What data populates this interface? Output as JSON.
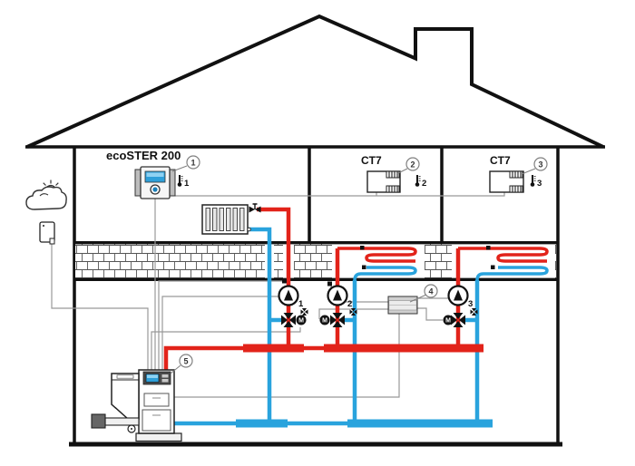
{
  "labels": {
    "room_panel": "ecoSTER 200",
    "thermostat_2": "CT7",
    "thermostat_3": "CT7"
  },
  "callouts": {
    "n1": "1",
    "n2": "2",
    "n3": "3",
    "n4": "4",
    "n5": "5"
  },
  "room_sensors": {
    "s1": "1",
    "s2": "2",
    "s3": "3"
  },
  "circuit_numbers": {
    "p1": "1",
    "p2": "2",
    "p3": "3"
  },
  "valve_motor_label": "M",
  "colors": {
    "supply_pipe": "#e2231a",
    "return_pipe": "#29a3dd",
    "signal_wire": "#999999",
    "outline": "#111111",
    "screen_blue": "#2e9fd9"
  }
}
